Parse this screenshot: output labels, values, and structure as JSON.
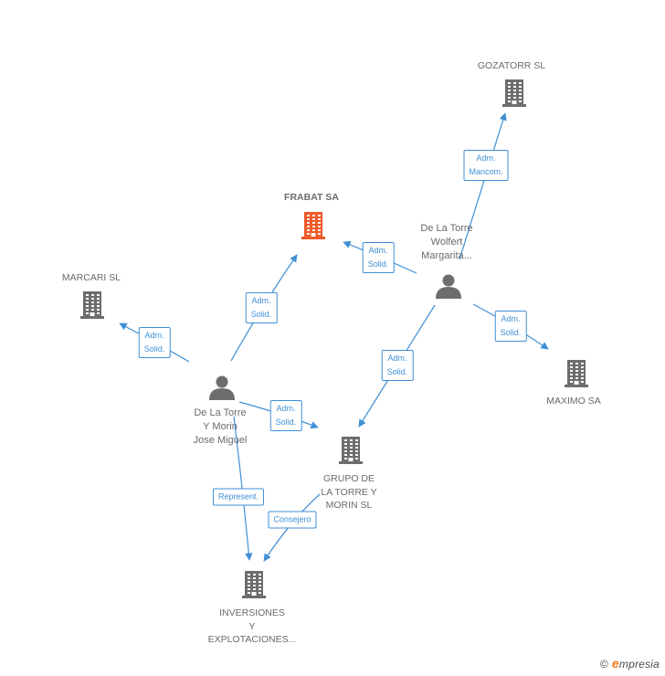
{
  "colors": {
    "edge": "#3f8fd6",
    "company": "#6d6d6d",
    "focus_company": "#f05a28",
    "person": "#6d6d6d",
    "label_text": "#6a6a6a"
  },
  "nodes": {
    "gozatorr": {
      "kind": "company",
      "lines": [
        "GOZATORR SL"
      ]
    },
    "frabat": {
      "kind": "company-focus",
      "lines": [
        "FRABAT SA"
      ]
    },
    "marcari": {
      "kind": "company",
      "lines": [
        "MARCARI SL"
      ]
    },
    "maximo": {
      "kind": "company",
      "lines": [
        "MAXIMO SA"
      ]
    },
    "grupo": {
      "kind": "company",
      "lines": [
        "GRUPO DE",
        "LA TORRE Y",
        "MORIN  SL"
      ]
    },
    "inversiones": {
      "kind": "company",
      "lines": [
        "INVERSIONES",
        "Y",
        "EXPLOTACIONES..."
      ]
    },
    "wolfert": {
      "kind": "person",
      "lines": [
        "De La Torre",
        "Wolfert",
        "Margarita..."
      ]
    },
    "jose": {
      "kind": "person",
      "lines": [
        "De La Torre",
        "Y Morin",
        "Jose Miguel"
      ]
    }
  },
  "edges": [
    {
      "id": "wolfert-gozatorr",
      "lines": [
        "Adm.",
        "Mancom."
      ]
    },
    {
      "id": "wolfert-frabat",
      "lines": [
        "Adm.",
        "Solid."
      ]
    },
    {
      "id": "wolfert-maximo",
      "lines": [
        "Adm.",
        "Solid."
      ]
    },
    {
      "id": "wolfert-grupo",
      "lines": [
        "Adm.",
        "Solid."
      ]
    },
    {
      "id": "jose-frabat",
      "lines": [
        "Adm.",
        "Solid."
      ]
    },
    {
      "id": "jose-marcari",
      "lines": [
        "Adm.",
        "Solid."
      ]
    },
    {
      "id": "jose-grupo",
      "lines": [
        "Adm.",
        "Solid."
      ]
    },
    {
      "id": "jose-inversiones",
      "lines": [
        "Represent."
      ]
    },
    {
      "id": "grupo-inversiones",
      "lines": [
        "Consejero"
      ]
    }
  ],
  "watermark": {
    "copyright": "©",
    "brand_initial": "e",
    "brand_rest": "mpresia"
  }
}
